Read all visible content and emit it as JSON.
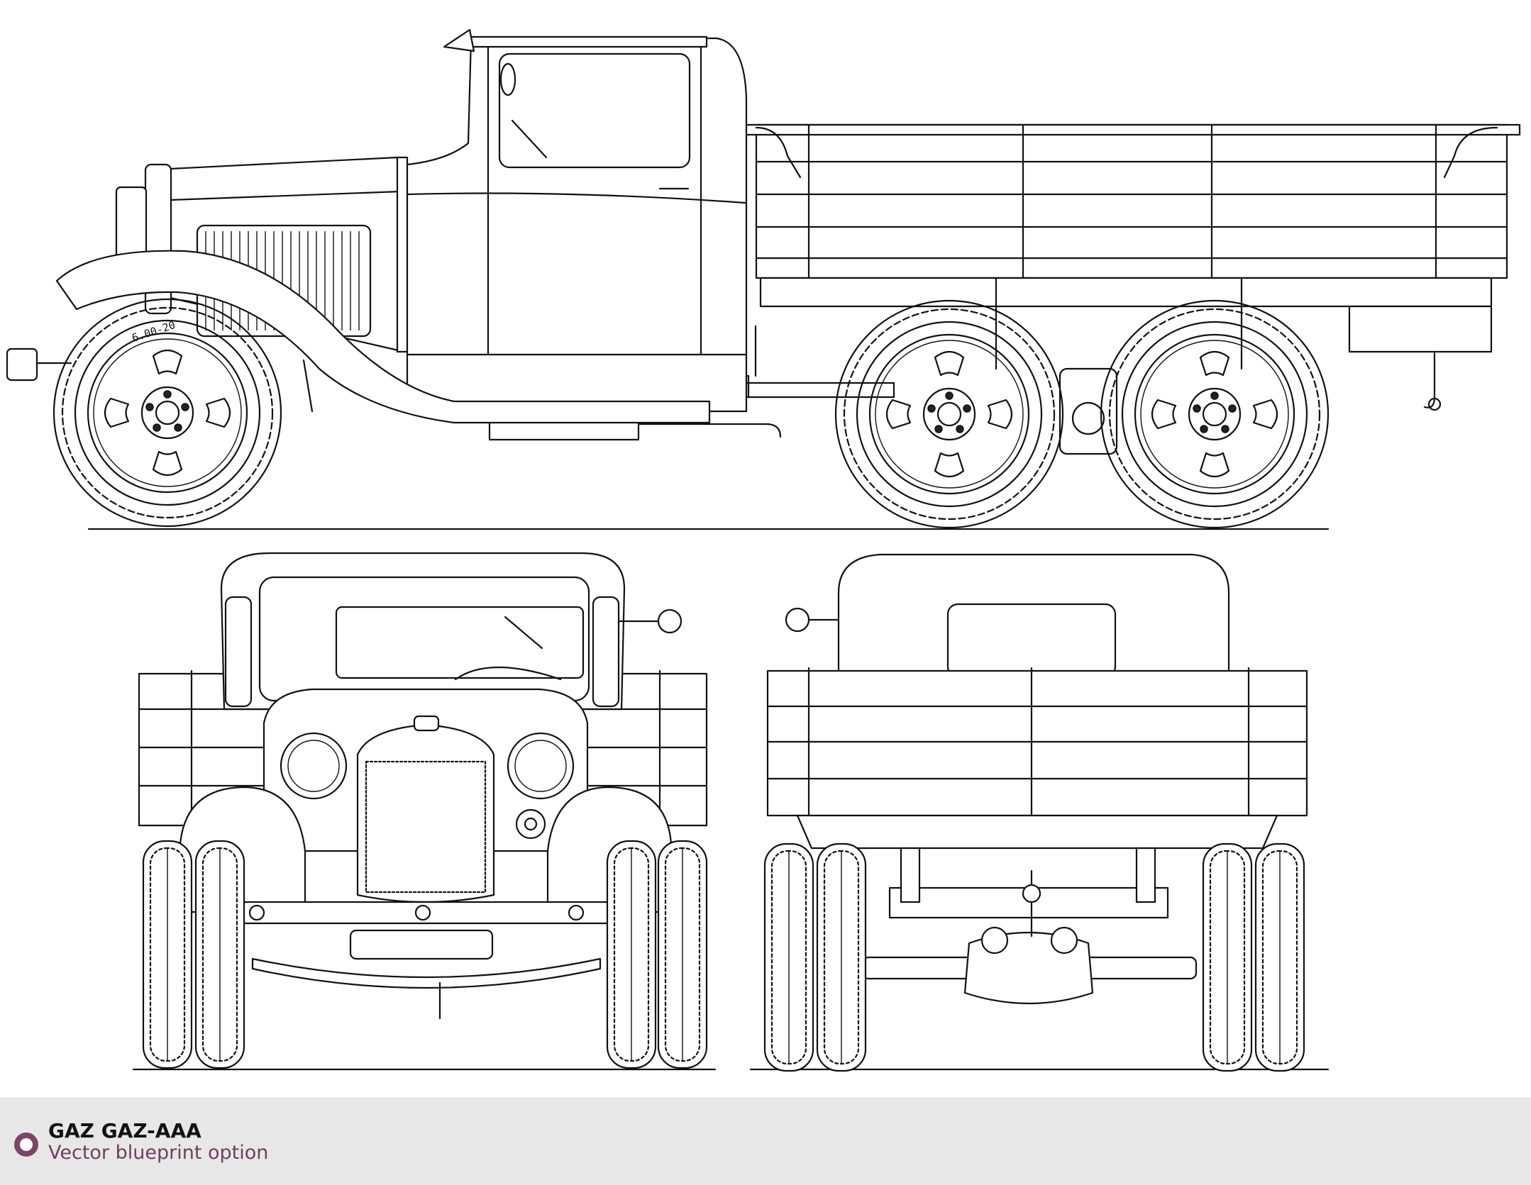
{
  "caption": {
    "title": "GAZ GAZ-AAA",
    "subtitle": "Vector blueprint option",
    "bullet_color": "#7a4566"
  },
  "drawings": [
    {
      "view": "side",
      "icon": "truck-side-view"
    },
    {
      "view": "front",
      "icon": "truck-front-view"
    },
    {
      "view": "rear",
      "icon": "truck-rear-view"
    }
  ],
  "tire_marking": "6.00-20"
}
